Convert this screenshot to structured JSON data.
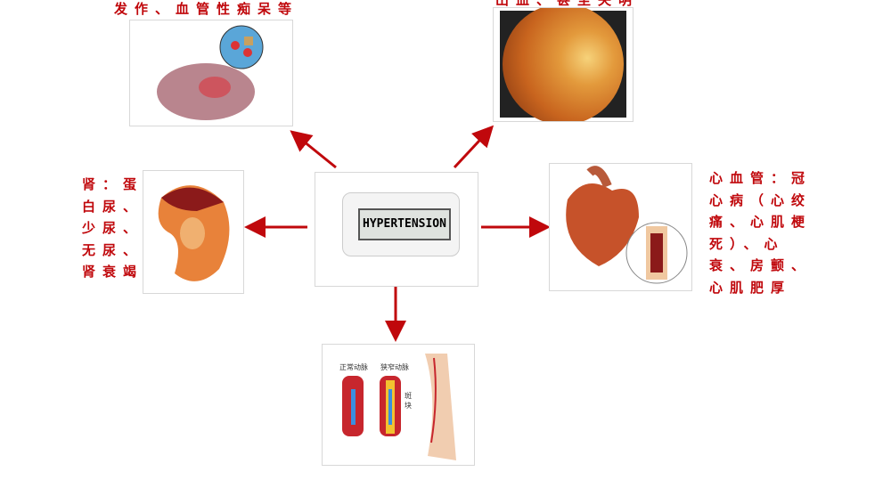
{
  "labels": {
    "brain": "发作、血管性痴呆等",
    "eye": "出血、甚至失明",
    "kidney": "肾：蛋白尿、少尿、无尿、肾衰竭",
    "heart": "心血管：冠心病（心绞痛、心肌梗死）、心衰、房颤、心肌肥厚"
  },
  "center": {
    "device_text": "HYPERTENSION"
  },
  "artery": {
    "normal": "正常动脉",
    "narrow": "狭窄动脉",
    "plaque": "斑块"
  },
  "colors": {
    "accent": "#c0080c"
  }
}
